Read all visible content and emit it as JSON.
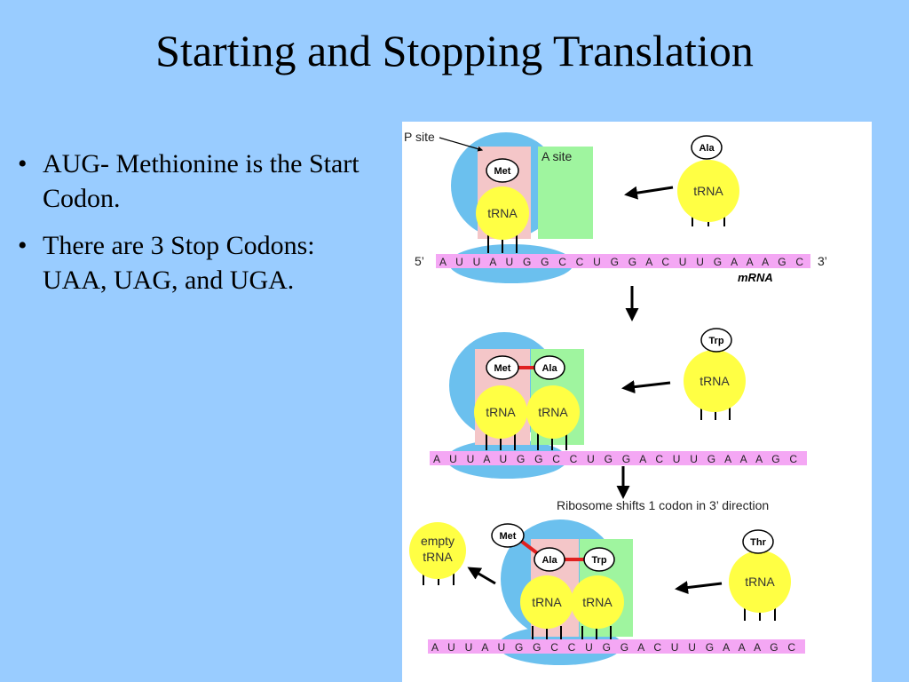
{
  "slide": {
    "title": "Starting and Stopping Translation",
    "bullets": [
      "AUG- Methionine is the Start Codon.",
      "There are 3 Stop Codons:  UAA, UAG, and UGA."
    ]
  },
  "figure": {
    "labels": {
      "p_site": "P site",
      "a_site": "A site",
      "five_prime": "5’",
      "three_prime": "3’",
      "mrna": "mRNA",
      "shift_caption": "Ribosome shifts 1 codon in 3’ direction",
      "trna": "tRNA",
      "empty": "empty",
      "empty_trna": "tRNA"
    },
    "amino_acids": {
      "met": "Met",
      "ala": "Ala",
      "trp": "Trp",
      "thr": "Thr"
    },
    "mrna_sequence": "A U U A U G G C C U G G A C U U G A A A G C",
    "colors": {
      "ribosome": "#6bc0ee",
      "p_site": "#f4c6c8",
      "a_site": "#9ff59f",
      "trna": "#ffff44",
      "mrna": "#f4a7f4",
      "bond": "#e02020"
    }
  }
}
